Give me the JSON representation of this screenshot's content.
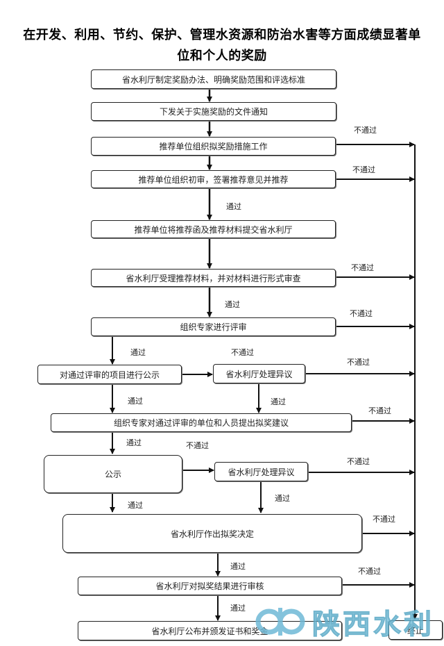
{
  "title": {
    "line1": "在开发、利用、节约、保护、管理水资源和防治水害等方面成绩显著单",
    "line2": "位和个人的奖励"
  },
  "steps": {
    "s1": "省水利厅制定奖励办法、明确奖励范围和评选标准",
    "s2": "下发关于实施奖励的文件通知",
    "s3": "推荐单位组织拟奖励措施工作",
    "s4": "推荐单位组织初审，签署推荐意见并推荐",
    "s5": "推荐单位将推荐函及推荐材料提交省水利厅",
    "s6": "省水利厅受理推荐材料，并对材料进行形式审查",
    "s7": "组织专家进行评审",
    "s8": "对通过评审的项目进行公示",
    "s8b": "省水利厅处理异议",
    "s9": "组织专家对通过评审的单位和人员提出拟奖建议",
    "s10": "公示",
    "s10b": "省水利厅处理异议",
    "s11": "省水利厅作出拟奖决定",
    "s12": "省水利厅对拟奖结果进行审核",
    "s13": "省水利厅公布并颁发证书和奖金",
    "end": "终止"
  },
  "labels": {
    "pass": "通过",
    "fail": "不通过"
  },
  "watermark": {
    "text": "陕西水利",
    "logo_icon": "shaanxi-water-logo-icon",
    "color": "#7ec3dc"
  }
}
